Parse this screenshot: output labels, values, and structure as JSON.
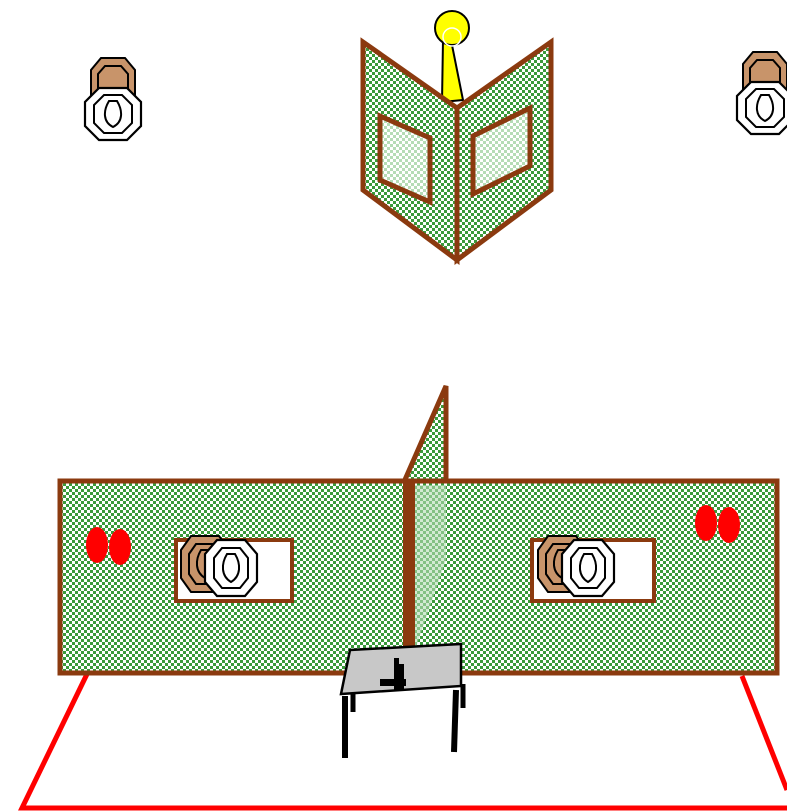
{
  "stage": {
    "description_free": true,
    "items": [
      {
        "name": "steel-popper-target",
        "count": 1
      },
      {
        "name": "swinging-door-barricade",
        "count": 1
      },
      {
        "name": "paper-target-pair",
        "count": 4
      },
      {
        "name": "no-shoot-pair",
        "count": 2
      },
      {
        "name": "shooting-table",
        "count": 1
      },
      {
        "name": "pistol",
        "count": 1
      }
    ]
  },
  "colors": {
    "wall_fill": "#3a9a3a",
    "wall_border": "#8b3a0f",
    "paper_target_tan": "#c8946a",
    "paper_target_white": "#ffffff",
    "no_shoot": "#ff0000",
    "popper": "#ffff00",
    "fault_line": "#ff0000",
    "table_top": "#c8c8c8"
  }
}
